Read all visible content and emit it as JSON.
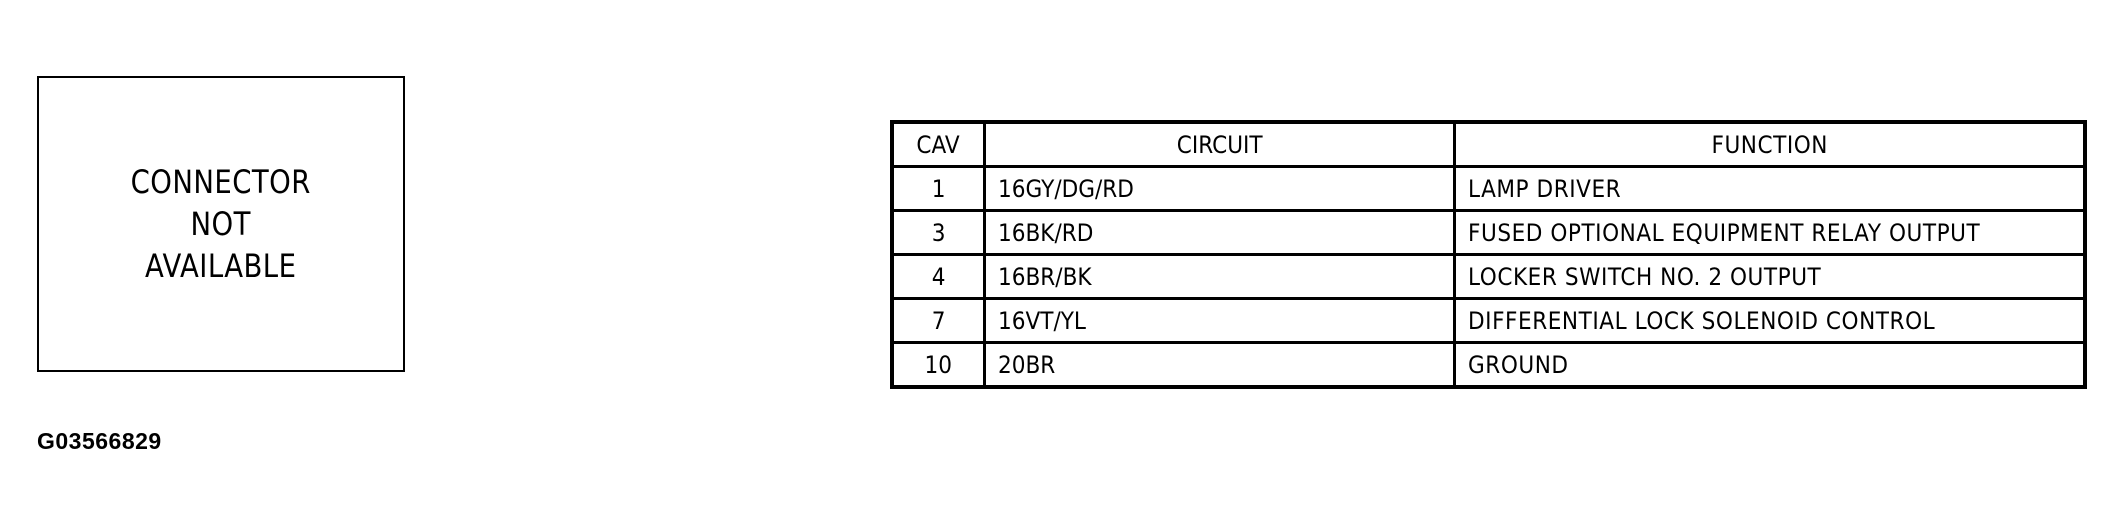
{
  "connector": {
    "lines": [
      "CONNECTOR",
      "NOT",
      "AVAILABLE"
    ]
  },
  "figure_id": "G03566829",
  "table": {
    "headers": {
      "cav": "CAV",
      "circuit": "CIRCUIT",
      "function": "FUNCTION"
    },
    "rows": [
      {
        "cav": "1",
        "circuit": "16GY/DG/RD",
        "function": "LAMP DRIVER"
      },
      {
        "cav": "3",
        "circuit": "16BK/RD",
        "function": "FUSED OPTIONAL EQUIPMENT RELAY OUTPUT"
      },
      {
        "cav": "4",
        "circuit": "16BR/BK",
        "function": "LOCKER SWITCH NO. 2 OUTPUT"
      },
      {
        "cav": "7",
        "circuit": "16VT/YL",
        "function": "DIFFERENTIAL LOCK SOLENOID CONTROL"
      },
      {
        "cav": "10",
        "circuit": "20BR",
        "function": "GROUND"
      }
    ]
  }
}
